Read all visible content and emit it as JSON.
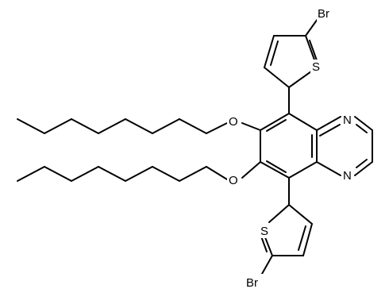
{
  "molecule": {
    "atoms": {
      "br_top": "Br",
      "s_top": "S",
      "o_upper": "O",
      "o_lower": "O",
      "n_upper": "N",
      "n_lower": "N",
      "s_bottom": "S",
      "br_bottom": "Br"
    }
  }
}
